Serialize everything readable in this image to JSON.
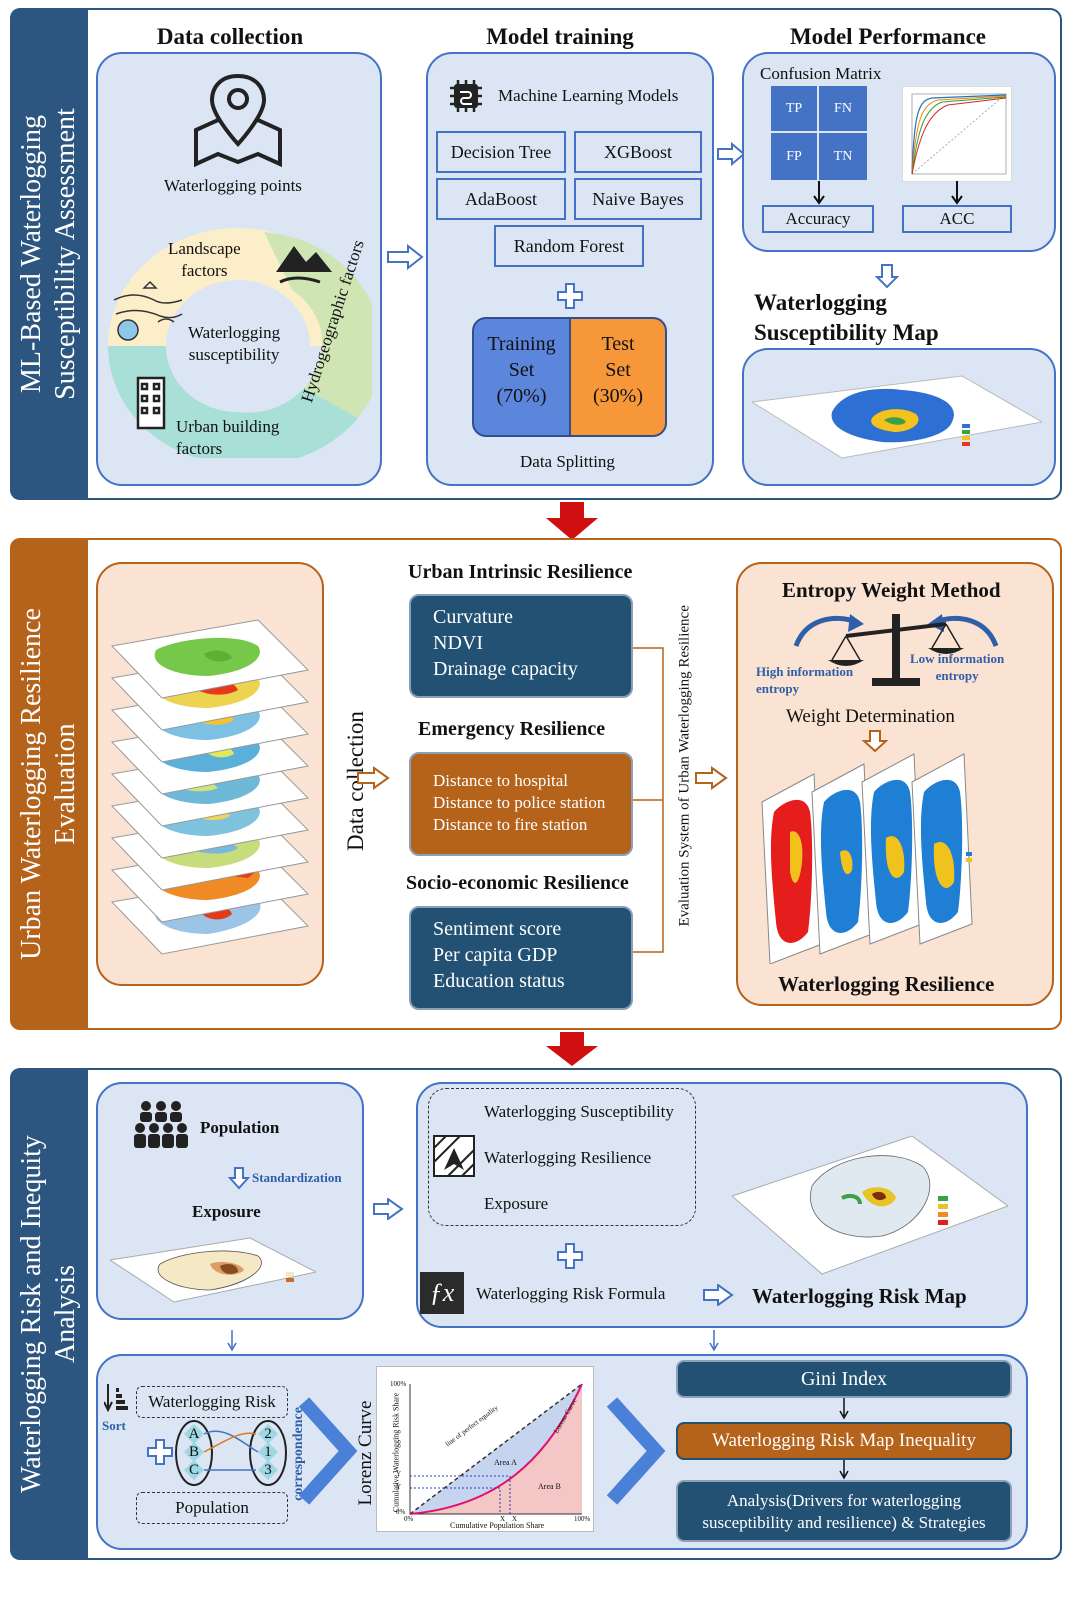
{
  "section1": {
    "sidebar_title_line1": "ML-Based Waterlogging",
    "sidebar_title_line2": "Susceptibility Assessment",
    "data_collection": {
      "title": "Data collection",
      "points_label": "Waterlogging points",
      "landscape_line1": "Landscape",
      "landscape_line2": "factors",
      "center_line1": "Waterlogging",
      "center_line2": "susceptibility",
      "urban_line1": "Urban building",
      "urban_line2": "factors",
      "hydro_label": "Hydrogeographic factors"
    },
    "model_training": {
      "title": "Model training",
      "ml_label": "Machine Learning Models",
      "models": [
        "Decision Tree",
        "XGBoost",
        "AdaBoost",
        "Naive Bayes",
        "Random Forest"
      ],
      "training_line1": "Training",
      "training_line2": "Set",
      "training_line3": "(70%)",
      "test_line1": "Test",
      "test_line2": "Set",
      "test_line3": "(30%)",
      "splitting_label": "Data Splitting"
    },
    "performance": {
      "title": "Model Performance",
      "confusion_label": "Confusion Matrix",
      "cells": [
        "TP",
        "FN",
        "FP",
        "TN"
      ],
      "accuracy_label": "Accuracy",
      "acc_label": "ACC",
      "map_title_line1": "Waterlogging",
      "map_title_line2": "Susceptibility Map"
    }
  },
  "section2": {
    "sidebar_title_line1": "Urban Waterlogging Resilience",
    "sidebar_title_line2": "Evaluation",
    "data_collection_label": "Data collection",
    "intrinsic": {
      "title": "Urban Intrinsic Resilience",
      "items": [
        "Curvature",
        "NDVI",
        "Drainage capacity"
      ]
    },
    "emergency": {
      "title": "Emergency Resilience",
      "items": [
        "Distance to hospital",
        "Distance to police station",
        "Distance to fire station"
      ]
    },
    "socio": {
      "title": "Socio-economic Resilience",
      "items": [
        "Sentiment score",
        "Per capita GDP",
        "Education status"
      ]
    },
    "evaluation_system_label": "Evaluation System of Urban Waterlogging Resilience",
    "entropy": {
      "title": "Entropy Weight Method",
      "high_line1": "High information",
      "high_line2": "entropy",
      "low_line1": "Low information",
      "low_line2": "entropy",
      "weight_label": "Weight Determination",
      "resilience_label": "Waterlogging Resilience"
    }
  },
  "section3": {
    "sidebar_title_line1": "Waterlogging Risk and Inequity",
    "sidebar_title_line2": "Analysis",
    "population_label": "Population",
    "standardization_label": "Standardization",
    "exposure_label": "Exposure",
    "components": [
      "Waterlogging Susceptibility",
      "Waterlogging Resilience",
      "Exposure"
    ],
    "formula_label": "Waterlogging Risk Formula",
    "risk_map_label": "Waterlogging Risk Map",
    "sort_label": "Sort",
    "risk_box_label": "Waterlogging Risk",
    "population_box_label": "Population",
    "correspondence_label": "correspondence",
    "letters": [
      "A",
      "B",
      "C"
    ],
    "numbers": [
      "2",
      "1",
      "3"
    ],
    "lorenz": {
      "title": "Lorenz Curve",
      "y_axis": "Cumulative Waterlogging Risk Share",
      "x_axis": "Cumulative Population Share",
      "equality_label": "line of perfect equality",
      "curve_label": "Lorenz Curve",
      "area_a": "Area A",
      "area_b": "Area B",
      "tick_100": "100%",
      "tick_0": "0%",
      "y_i": "Y",
      "y_i1": "Y",
      "x_i1": "X",
      "x_i": "X"
    },
    "gini_label": "Gini Index",
    "inequality_label": "Waterlogging Risk Map Inequality",
    "analysis_line1": "Analysis(Drivers for waterlogging",
    "analysis_line2": "susceptibility and resilience) & Strategies"
  },
  "colors": {
    "navy": "#235174",
    "brown": "#b5621a",
    "panel_blue": "#dbe5f3",
    "panel_peach": "#fbe3d3",
    "training_blue": "#5b86dc",
    "test_orange": "#f6973a",
    "red_arrow": "#d01010"
  }
}
